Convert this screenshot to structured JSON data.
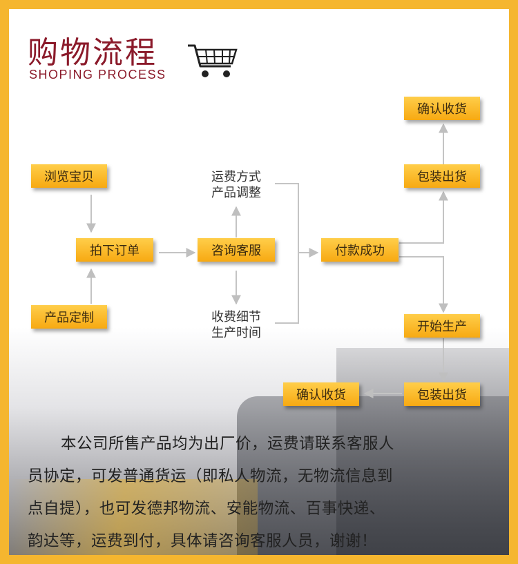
{
  "title": {
    "cn": "购物流程",
    "en": "SHOPING PROCESS"
  },
  "icons": {
    "cart": "shopping-cart-icon"
  },
  "colors": {
    "border": "#f5b62f",
    "title": "#8b1a2a",
    "box_top": "#ffce4a",
    "box_bottom": "#f7a912",
    "arrow": "#bfbfbf"
  },
  "steps": {
    "browse": "浏览宝贝",
    "customize": "产品定制",
    "order": "拍下订单",
    "consult": "咨询客服",
    "pay": "付款成功",
    "pack_top": "包装出货",
    "confirm_top": "确认收货",
    "start_production": "开始生产",
    "pack_bottom": "包装出货",
    "confirm_bottom": "确认收货"
  },
  "notes": {
    "upper_1": "运费方式",
    "upper_2": "产品调整",
    "lower_1": "收费细节",
    "lower_2": "生产时间"
  },
  "paragraph": {
    "line1": "本公司所售产品均为出厂价，运费请联系客服人",
    "line2": "员协定，可发普通货运（即私人物流，无物流信息到",
    "line3": "点自提），也可发德邦物流、安能物流、百事快递、",
    "line4": "韵达等，运费到付，具体请咨询客服人员，谢谢！"
  }
}
